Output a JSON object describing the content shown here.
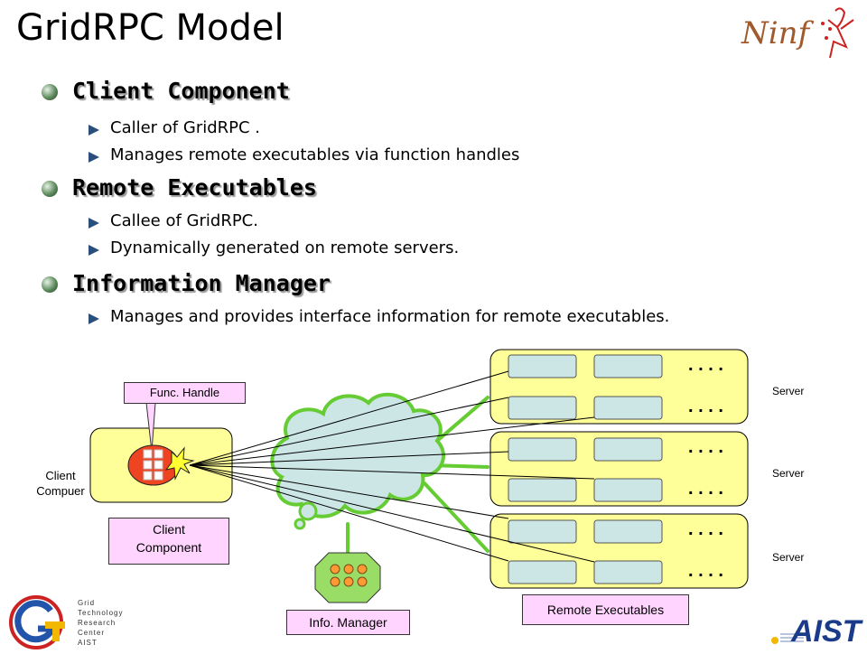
{
  "slide": {
    "title": "GridRPC Model"
  },
  "sections": [
    {
      "title": "Client Component",
      "items": [
        "Caller of GridRPC .",
        "Manages remote executables via function handles"
      ]
    },
    {
      "title": "Remote Executables",
      "items": [
        "Callee of GridRPC.",
        "Dynamically generated on remote servers."
      ]
    },
    {
      "title": "Information Manager",
      "items": [
        "Manages and provides interface information for remote executables."
      ]
    }
  ],
  "diagram": {
    "func_handle_label": "Func. Handle",
    "client_computer_label": [
      "Client",
      "Compuer"
    ],
    "client_component_label": [
      "Client",
      "Component"
    ],
    "info_manager_label": "Info. Manager",
    "remote_executables_label": "Remote Executables",
    "server_labels": [
      "Server",
      "Server",
      "Server"
    ],
    "ellipsis": ". . . ."
  },
  "logos": {
    "ninf_text": "Ninf",
    "gtrc_lines": [
      "Grid",
      "Technology",
      "Research",
      "Center",
      "AIST"
    ],
    "aist_text": "AIST"
  },
  "colors": {
    "server_fill": "#ffff99",
    "exec_fill": "#cce6e6",
    "cloud_fill": "#cce6e6",
    "green_line": "#66cc33",
    "pink_label": "#ffd4ff",
    "info_mgr_fill": "#99dd66",
    "dot_orange": "#ff9933",
    "handle_red": "#ee4422"
  }
}
